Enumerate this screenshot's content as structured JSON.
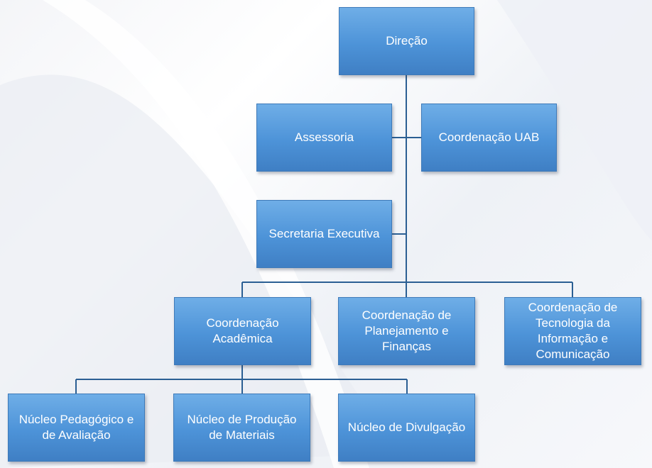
{
  "chart": {
    "nodes": {
      "direcao": "Direção",
      "assessoria": "Assessoria",
      "coordenacao_uab": "Coordenação UAB",
      "secretaria_executiva": "Secretaria Executiva",
      "coordenacao_academica": "Coordenação Acadêmica",
      "coordenacao_planejamento": "Coordenação de Planejamento e Finanças",
      "coordenacao_tecnologia": "Coordenação de Tecnologia da Informação e Comunicação",
      "nucleo_pedagogico": "Núcleo Pedagógico e de Avaliação",
      "nucleo_producao": "Núcleo de Produção de Materiais",
      "nucleo_divulgacao": "Núcleo de Divulgação"
    }
  },
  "colors": {
    "box_fill": "#4d93d8",
    "box_border": "#3e7ab9",
    "connector": "#2b5f93",
    "text": "#ffffff"
  }
}
